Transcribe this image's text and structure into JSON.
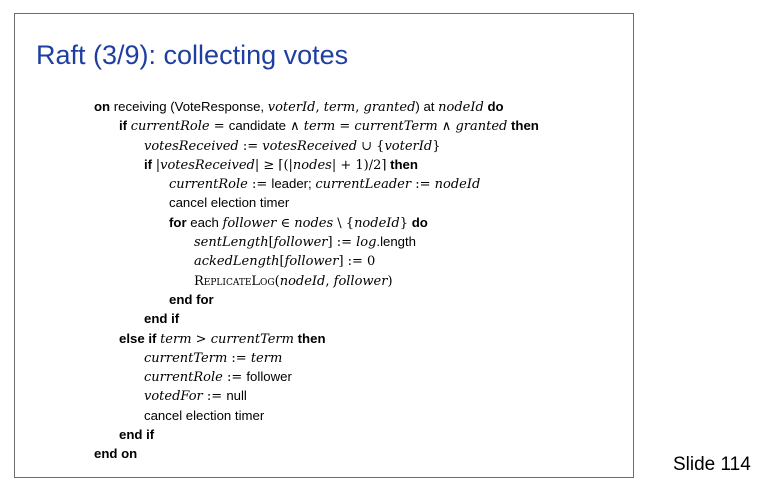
{
  "slide": {
    "title": "Raft (3/9): collecting votes",
    "number_label": "Slide 114"
  },
  "algorithm": {
    "lines": [
      {
        "indent": 0,
        "parts": [
          {
            "t": "kw",
            "v": "on"
          },
          {
            "t": "txt",
            "v": " receiving (VoteResponse, "
          },
          {
            "t": "m",
            "v": "voterId"
          },
          {
            "t": "mr",
            "v": ", "
          },
          {
            "t": "m",
            "v": "term"
          },
          {
            "t": "mr",
            "v": ", "
          },
          {
            "t": "m",
            "v": "granted"
          },
          {
            "t": "txt",
            "v": ") at "
          },
          {
            "t": "m",
            "v": "nodeId"
          },
          {
            "t": "txt",
            "v": " "
          },
          {
            "t": "kw",
            "v": "do"
          }
        ]
      },
      {
        "indent": 1,
        "parts": [
          {
            "t": "kw",
            "v": "if"
          },
          {
            "t": "txt",
            "v": " "
          },
          {
            "t": "m",
            "v": "currentRole"
          },
          {
            "t": "mr",
            "v": " = "
          },
          {
            "t": "txt",
            "v": "candidate"
          },
          {
            "t": "mr",
            "v": " ∧ "
          },
          {
            "t": "m",
            "v": "term"
          },
          {
            "t": "mr",
            "v": " = "
          },
          {
            "t": "m",
            "v": "currentTerm"
          },
          {
            "t": "mr",
            "v": " ∧ "
          },
          {
            "t": "m",
            "v": "granted"
          },
          {
            "t": "txt",
            "v": " "
          },
          {
            "t": "kw",
            "v": "then"
          }
        ]
      },
      {
        "indent": 2,
        "parts": [
          {
            "t": "m",
            "v": "votesReceived"
          },
          {
            "t": "mr",
            "v": " := "
          },
          {
            "t": "m",
            "v": "votesReceived"
          },
          {
            "t": "mr",
            "v": " ∪ {"
          },
          {
            "t": "m",
            "v": "voterId"
          },
          {
            "t": "mr",
            "v": "}"
          }
        ]
      },
      {
        "indent": 2,
        "parts": [
          {
            "t": "kw",
            "v": "if"
          },
          {
            "t": "txt",
            "v": " "
          },
          {
            "t": "mr",
            "v": "|"
          },
          {
            "t": "m",
            "v": "votesReceived"
          },
          {
            "t": "mr",
            "v": "| ≥ ⌈(|"
          },
          {
            "t": "m",
            "v": "nodes"
          },
          {
            "t": "mr",
            "v": "| + 1)/2⌉"
          },
          {
            "t": "txt",
            "v": " "
          },
          {
            "t": "kw",
            "v": "then"
          }
        ]
      },
      {
        "indent": 3,
        "parts": [
          {
            "t": "m",
            "v": "currentRole"
          },
          {
            "t": "mr",
            "v": " := "
          },
          {
            "t": "txt",
            "v": "leader; "
          },
          {
            "t": "m",
            "v": "currentLeader"
          },
          {
            "t": "mr",
            "v": " := "
          },
          {
            "t": "m",
            "v": "nodeId"
          }
        ]
      },
      {
        "indent": 3,
        "parts": [
          {
            "t": "txt",
            "v": "cancel election timer"
          }
        ]
      },
      {
        "indent": 3,
        "parts": [
          {
            "t": "kw",
            "v": "for"
          },
          {
            "t": "txt",
            "v": " each "
          },
          {
            "t": "m",
            "v": "follower"
          },
          {
            "t": "mr",
            "v": " ∈ "
          },
          {
            "t": "m",
            "v": "nodes"
          },
          {
            "t": "mr",
            "v": " \\ {"
          },
          {
            "t": "m",
            "v": "nodeId"
          },
          {
            "t": "mr",
            "v": "}"
          },
          {
            "t": "txt",
            "v": " "
          },
          {
            "t": "kw",
            "v": "do"
          }
        ]
      },
      {
        "indent": 4,
        "parts": [
          {
            "t": "m",
            "v": "sentLength"
          },
          {
            "t": "mr",
            "v": "["
          },
          {
            "t": "m",
            "v": "follower"
          },
          {
            "t": "mr",
            "v": "] := "
          },
          {
            "t": "m",
            "v": "log"
          },
          {
            "t": "txt",
            "v": ".length"
          }
        ]
      },
      {
        "indent": 4,
        "parts": [
          {
            "t": "m",
            "v": "ackedLength"
          },
          {
            "t": "mr",
            "v": "["
          },
          {
            "t": "m",
            "v": "follower"
          },
          {
            "t": "mr",
            "v": "] := 0"
          }
        ]
      },
      {
        "indent": 4,
        "parts": [
          {
            "t": "sc",
            "v": "ReplicateLog"
          },
          {
            "t": "mr",
            "v": "("
          },
          {
            "t": "m",
            "v": "nodeId"
          },
          {
            "t": "mr",
            "v": ", "
          },
          {
            "t": "m",
            "v": "follower"
          },
          {
            "t": "mr",
            "v": ")"
          }
        ]
      },
      {
        "indent": 3,
        "parts": [
          {
            "t": "kw",
            "v": "end for"
          }
        ]
      },
      {
        "indent": 2,
        "parts": [
          {
            "t": "kw",
            "v": "end if"
          }
        ]
      },
      {
        "indent": 1,
        "parts": [
          {
            "t": "kw",
            "v": "else if"
          },
          {
            "t": "txt",
            "v": " "
          },
          {
            "t": "m",
            "v": "term"
          },
          {
            "t": "mr",
            "v": " > "
          },
          {
            "t": "m",
            "v": "currentTerm"
          },
          {
            "t": "txt",
            "v": " "
          },
          {
            "t": "kw",
            "v": "then"
          }
        ]
      },
      {
        "indent": 2,
        "parts": [
          {
            "t": "m",
            "v": "currentTerm"
          },
          {
            "t": "mr",
            "v": " := "
          },
          {
            "t": "m",
            "v": "term"
          }
        ]
      },
      {
        "indent": 2,
        "parts": [
          {
            "t": "m",
            "v": "currentRole"
          },
          {
            "t": "mr",
            "v": " := "
          },
          {
            "t": "txt",
            "v": "follower"
          }
        ]
      },
      {
        "indent": 2,
        "parts": [
          {
            "t": "m",
            "v": "votedFor"
          },
          {
            "t": "mr",
            "v": " := "
          },
          {
            "t": "txt",
            "v": "null"
          }
        ]
      },
      {
        "indent": 2,
        "parts": [
          {
            "t": "txt",
            "v": "cancel election timer"
          }
        ]
      },
      {
        "indent": 1,
        "parts": [
          {
            "t": "kw",
            "v": "end if"
          }
        ]
      },
      {
        "indent": 0,
        "parts": [
          {
            "t": "kw",
            "v": "end on"
          }
        ]
      }
    ]
  }
}
